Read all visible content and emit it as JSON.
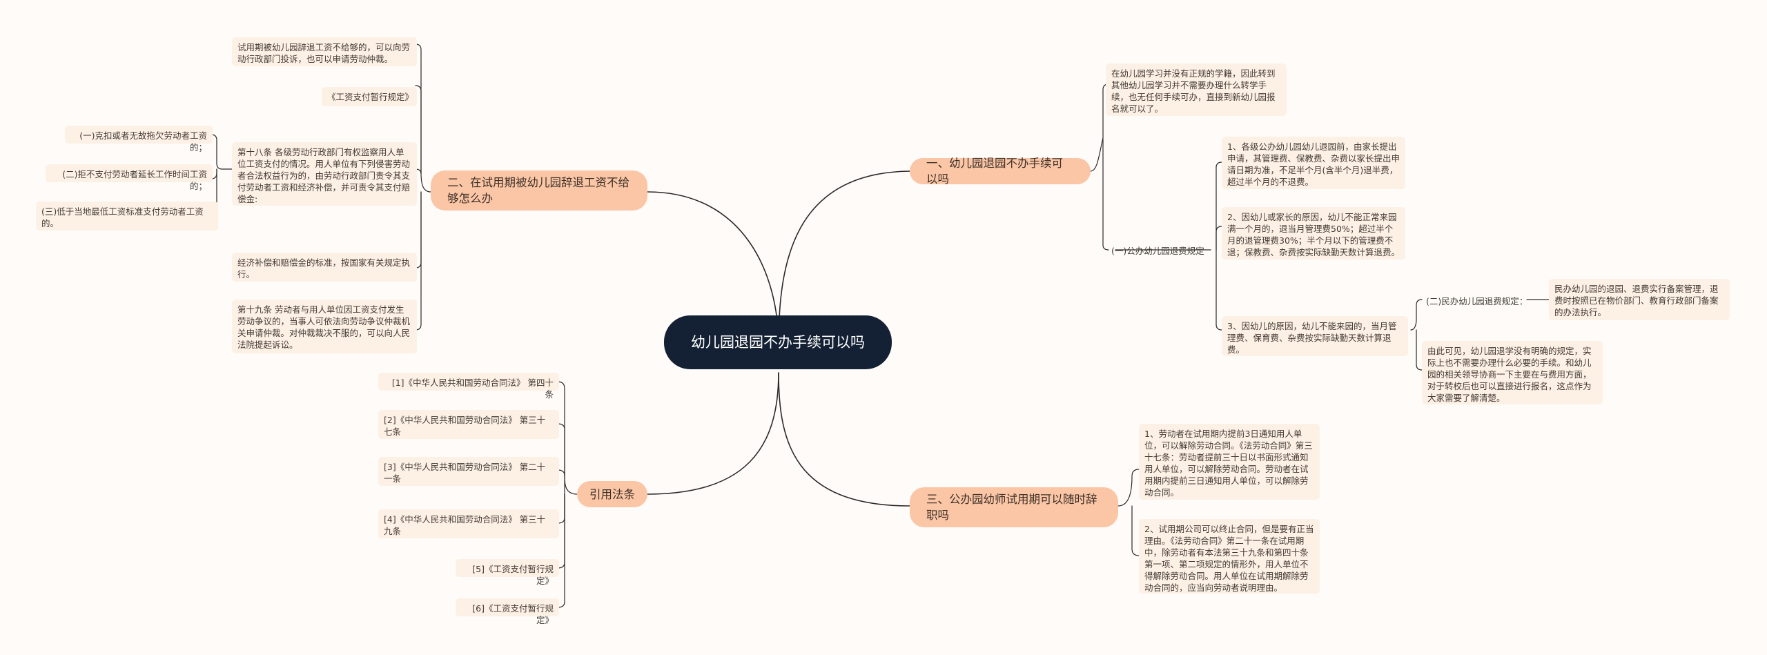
{
  "root": {
    "title": "幼儿园退园不办手续可以吗"
  },
  "branches": {
    "b1": {
      "title": "一、幼儿园退园不办手续可以吗",
      "intro": "在幼儿园学习并没有正规的学籍，因此转到其他幼儿园学习并不需要办理什么转学手续，也无任何手续可办，直接到新幼儿园报名就可以了。",
      "public_label": "(一)公办幼儿园退费规定",
      "public_items": [
        "1、各级公办幼儿园幼儿退园前，由家长提出申请，其管理费、保教费、杂费以家长提出申请日期为准，不足半个月(含半个月)退半费，超过半个月的不退费。",
        "2、因幼儿或家长的原因，幼儿不能正常来园满一个月的，退当月管理费50%；超过半个月的退管理费30%；半个月以下的管理费不退；保教费、杂费按实际缺勤天数计算退费。",
        "3、因幼儿的原因，幼儿不能来园的，当月管理费、保育费、杂费按实际缺勤天数计算退费。"
      ],
      "private_label": "(二)民办幼儿园退费规定：",
      "private_item": "民办幼儿园的退园、退费实行备案管理，退费时按照已在物价部门、教育行政部门备案的办法执行。",
      "summary": "由此可见，幼儿园退学没有明确的规定，实际上也不需要办理什么必要的手续。和幼儿园的相关领导协商一下主要在与费用方面，对于转校后也可以直接进行报名，这点作为大家需要了解清楚。"
    },
    "b2": {
      "title": "二、在试用期被幼儿园辞退工资不给够怎么办",
      "items": [
        "试用期被幼儿园辞退工资不给够的，可以向劳动行政部门投诉，也可以申请劳动仲裁。",
        "《工资支付暂行规定》",
        "第十八条 各级劳动行政部门有权监察用人单位工资支付的情况。用人单位有下列侵害劳动者合法权益行为的，由劳动行政部门责令其支付劳动者工资和经济补偿，并可责令其支付赔偿金:",
        "经济补偿和赔偿金的标准，按国家有关规定执行。",
        "第十九条 劳动者与用人单位因工资支付发生劳动争议的，当事人可依法向劳动争议仲裁机关申请仲裁。对仲裁裁决不服的，可以向人民法院提起诉讼。"
      ],
      "sub_items": [
        "(一)克扣或者无故拖欠劳动者工资的；",
        "(二)拒不支付劳动者延长工作时间工资的；",
        "(三)低于当地最低工资标准支付劳动者工资的。"
      ]
    },
    "b3": {
      "title": "三、公办园幼师试用期可以随时辞职吗",
      "items": [
        "1、劳动者在试用期内提前3日通知用人单位，可以解除劳动合同。《法劳动合同》第三十七条：劳动者提前三十日以书面形式通知用人单位，可以解除劳动合同。劳动者在试用期内提前三日通知用人单位，可以解除劳动合同。",
        "2、试用期公司可以终止合同，但是要有正当理由。《法劳动合同》第二十一条在试用期中，除劳动者有本法第三十九条和第四十条第一项、第二项规定的情形外，用人单位不得解除劳动合同。用人单位在试用期解除劳动合同的，应当向劳动者说明理由。"
      ]
    },
    "b4": {
      "title": "引用法条",
      "items": [
        "[1]《中华人民共和国劳动合同法》 第四十条",
        "[2]《中华人民共和国劳动合同法》 第三十七条",
        "[3]《中华人民共和国劳动合同法》 第二十一条",
        "[4]《中华人民共和国劳动合同法》 第三十九条",
        "[5]《工资支付暂行规定》",
        "[6]《工资支付暂行规定》"
      ]
    }
  },
  "colors": {
    "root_bg": "#142033",
    "branch_bg": "#fbc6a6",
    "leaf_bg": "#fdf1e6",
    "line": "#2a2a2a"
  }
}
